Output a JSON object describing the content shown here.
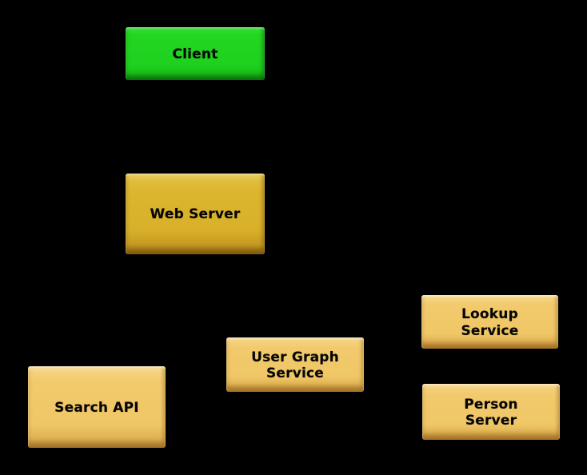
{
  "diagram": {
    "background_color": "#000000",
    "label_text_color": "#000000",
    "node_colors": {
      "client_green": "#1fd11f",
      "web_server_gold": "#dcb52e",
      "service_tan": "#f2ca6c"
    },
    "nodes": [
      {
        "id": "client",
        "label": "Client",
        "fill": "#1fd11f"
      },
      {
        "id": "web-server",
        "label": "Web Server",
        "fill": "#dcb52e"
      },
      {
        "id": "search-api",
        "label": "Search API",
        "fill": "#f2ca6c"
      },
      {
        "id": "user-graph-service",
        "label": "User Graph\nService",
        "fill": "#f2ca6c"
      },
      {
        "id": "lookup-service",
        "label": "Lookup\nService",
        "fill": "#f2ca6c"
      },
      {
        "id": "person-server",
        "label": "Person\nServer",
        "fill": "#f2ca6c"
      }
    ]
  }
}
